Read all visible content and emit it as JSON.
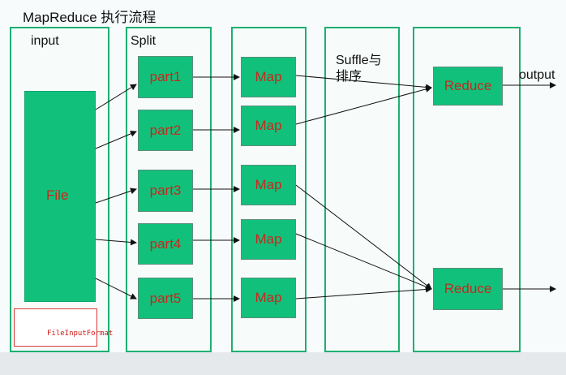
{
  "title": "MapReduce 执行流程",
  "columns": {
    "input": "input",
    "split": "Split",
    "shuffle_line1": "Suffle与",
    "shuffle_line2": "排序"
  },
  "file": "File",
  "parts": [
    "part1",
    "part2",
    "part3",
    "part4",
    "part5"
  ],
  "maps": [
    "Map",
    "Map",
    "Map",
    "Map",
    "Map"
  ],
  "reduces": [
    "Reduce",
    "Reduce"
  ],
  "output": "output",
  "file_input_format": "FileInputFormat",
  "colors": {
    "box_fill": "#11c17b",
    "box_text": "#c8281d",
    "column_border": "#1faf72"
  }
}
